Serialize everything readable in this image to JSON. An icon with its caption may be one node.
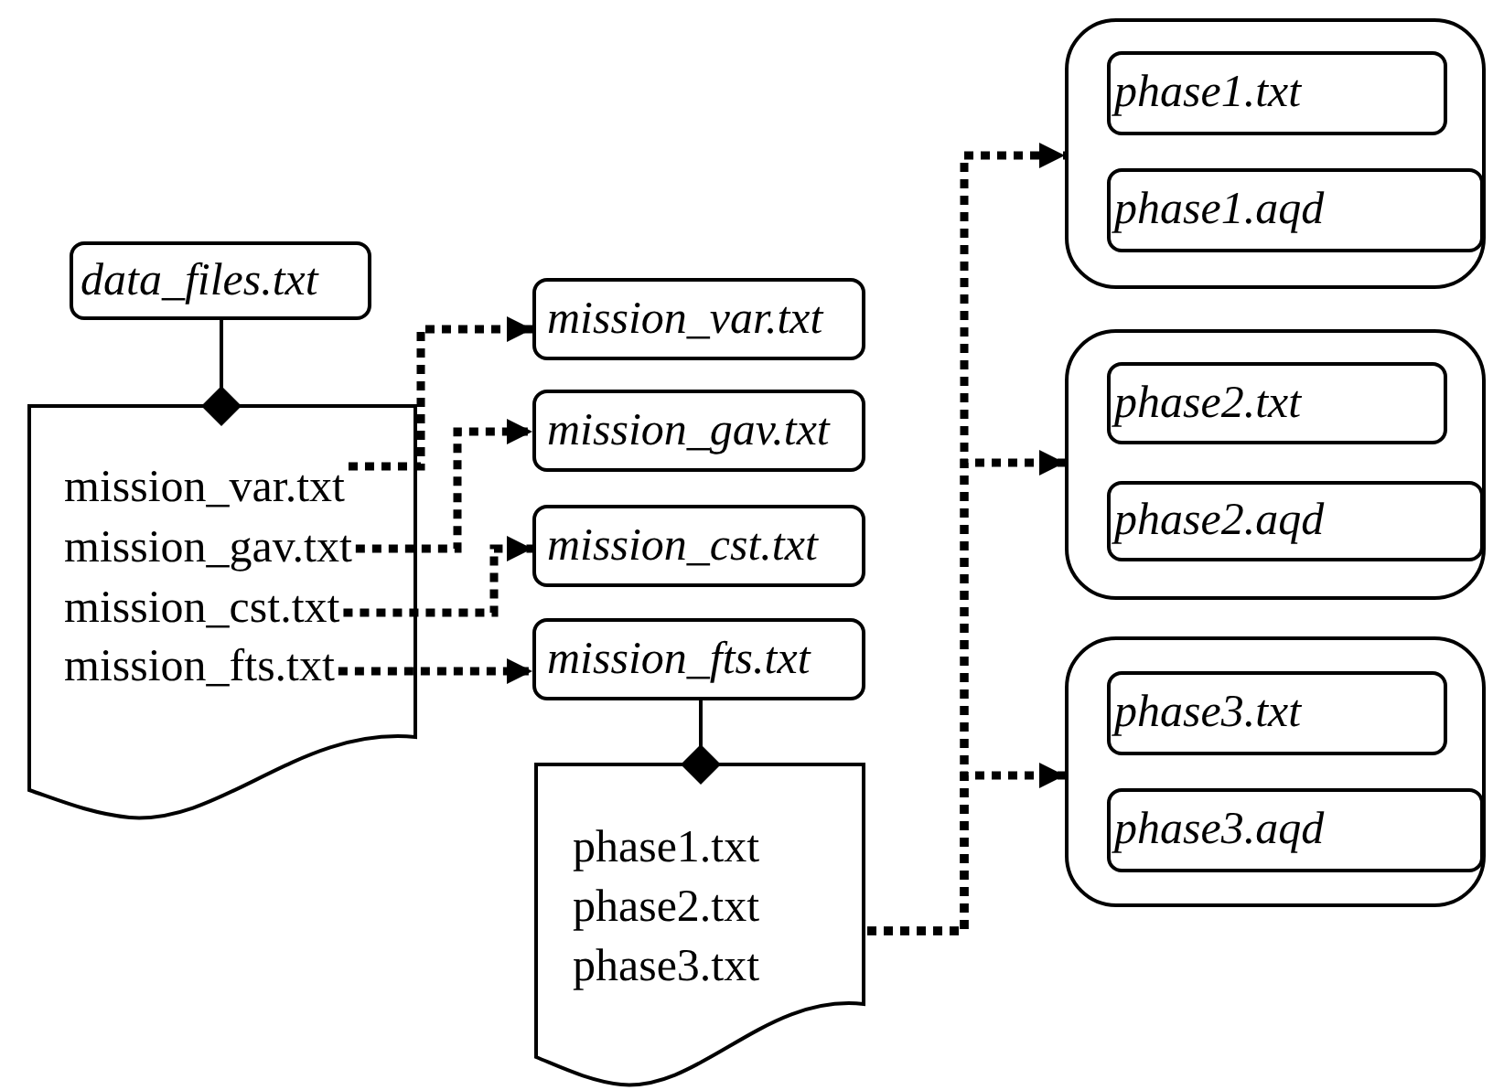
{
  "diagram": {
    "nodes": [
      {
        "text": [
          "data_files.txt"
        ]
      },
      {
        "text": [],
        "shape": "document"
      },
      {
        "text": [
          "mission_var.txt"
        ],
        "in": 1
      },
      {
        "text": [
          "mission_gav.txt"
        ],
        "in": 1
      },
      {
        "text": [
          "mission_cst.txt"
        ],
        "in": 1
      },
      {
        "text": [
          "mission_fts.txt"
        ],
        "in": 1
      },
      {
        "text": [
          "mission_var.txt"
        ]
      },
      {
        "text": [
          "mission_gav.txt"
        ]
      },
      {
        "text": [
          "mission_cst.txt"
        ]
      },
      {
        "text": [
          "mission_fts.txt"
        ]
      },
      {
        "text": [
          "phase1.txt",
          "phase2.txt",
          "phase3.txt"
        ]
      },
      {
        "text": [],
        "shape": "box"
      },
      {
        "text": [
          "phase1.txt"
        ],
        "in": 11
      },
      {
        "text": [
          "phase1.aqd"
        ],
        "in": 11
      },
      {
        "text": [],
        "shape": "box"
      },
      {
        "text": [
          "phase2.txt"
        ],
        "in": 14
      },
      {
        "text": [
          "phase2.aqd"
        ],
        "in": 14
      },
      {
        "text": [],
        "shape": "box"
      },
      {
        "text": [
          "phase3.txt"
        ],
        "in": 17
      },
      {
        "text": [
          "phase3.aqd"
        ],
        "in": 17
      }
    ],
    "edges": [
      {
        "from": 0,
        "to": 1,
        "arrow": "other"
      },
      {
        "from": 2,
        "to": 6,
        "arrow": "to",
        "style": "dashed"
      },
      {
        "from": 3,
        "to": 7,
        "arrow": "to",
        "style": "dashed"
      },
      {
        "from": 4,
        "to": 8,
        "arrow": "to",
        "style": "dashed"
      },
      {
        "from": 5,
        "to": 9,
        "arrow": "to",
        "style": "dashed"
      },
      {
        "from": 9,
        "to": 10,
        "arrow": "other"
      },
      {
        "from": 10,
        "to": 11,
        "arrow": "to",
        "style": "dashed"
      },
      {
        "from": 10,
        "to": 14,
        "arrow": "to",
        "style": "dashed"
      },
      {
        "from": 10,
        "to": 17,
        "arrow": "to",
        "style": "dashed"
      }
    ]
  }
}
